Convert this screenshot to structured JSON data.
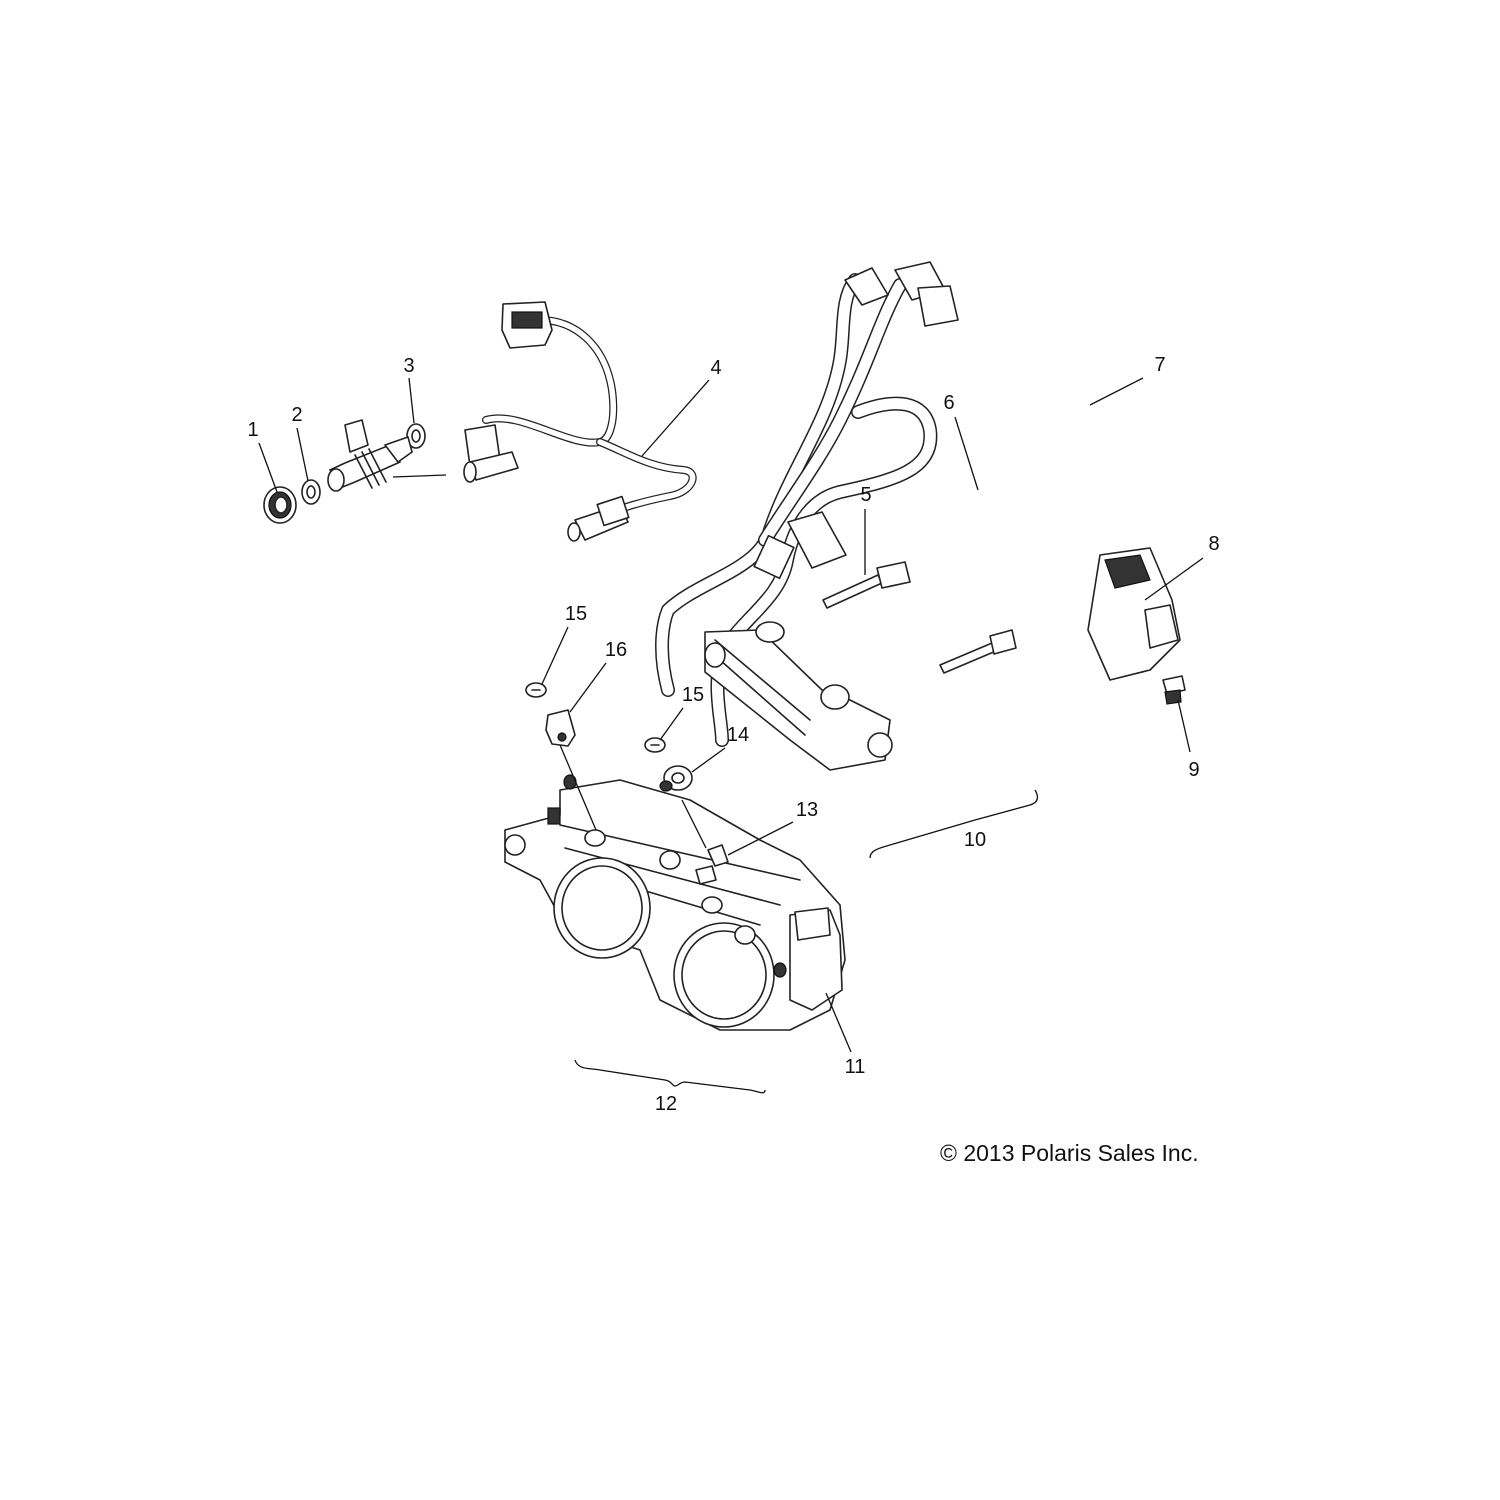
{
  "callouts": {
    "c1": "1",
    "c2": "2",
    "c3": "3",
    "c4": "4",
    "c5": "5",
    "c6": "6",
    "c7": "7",
    "c8": "8",
    "c9": "9",
    "c10": "10",
    "c11": "11",
    "c12": "12",
    "c13": "13",
    "c14": "14",
    "c15a": "15",
    "c15b": "15",
    "c16": "16"
  },
  "copyright": "© 2013 Polaris Sales Inc."
}
